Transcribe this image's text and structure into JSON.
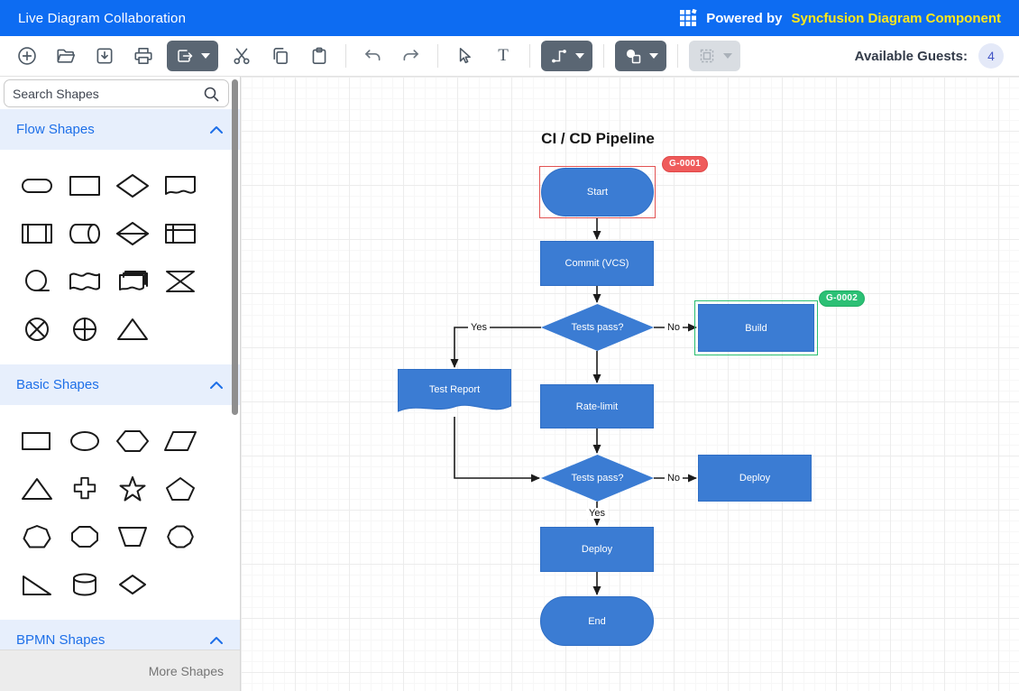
{
  "colors": {
    "header_blue": "#0d6cf2",
    "brand_yellow": "#ffe81a",
    "node_fill": "#3b7cd3",
    "node_border": "#2f6ec5",
    "selection_red": "#e25353",
    "selection_green": "#2abf71",
    "badge_red": "#ef5b5b",
    "badge_green": "#2cc075"
  },
  "header": {
    "title": "Live Diagram Collaboration",
    "powered_by": "Powered by",
    "brand": "Syncfusion Diagram Component"
  },
  "toolbar": {
    "icons": [
      "add",
      "open-folder",
      "save-download",
      "print",
      "export",
      "cut",
      "copy",
      "paste",
      "undo",
      "redo",
      "pointer",
      "text",
      "connector",
      "shapes",
      "group"
    ],
    "text_tool_glyph": "T",
    "available_guests_label": "Available Guests:",
    "available_guests_count": "4"
  },
  "sidebar": {
    "search_placeholder": "Search Shapes",
    "sections": [
      {
        "label": "Flow Shapes",
        "shapes": [
          "terminator",
          "process",
          "decision",
          "document",
          "predefined-process",
          "direct-data",
          "sort",
          "internal-storage",
          "sequential-data",
          "paper-tape",
          "multi-document",
          "collate",
          "summing-junction",
          "or",
          "merge"
        ]
      },
      {
        "label": "Basic Shapes",
        "shapes": [
          "rectangle",
          "ellipse",
          "hexagon",
          "parallelogram",
          "triangle",
          "plus",
          "star",
          "pentagon",
          "heptagon",
          "octagon",
          "trapezoid",
          "decagon",
          "right-triangle",
          "cylinder",
          "diamond"
        ]
      },
      {
        "label": "BPMN Shapes",
        "shapes": []
      }
    ],
    "footer_label": "More Shapes"
  },
  "canvas": {
    "title": "CI / CD Pipeline",
    "nodes": [
      {
        "id": "start",
        "label": "Start",
        "shape": "terminator"
      },
      {
        "id": "commit",
        "label": "Commit (VCS)",
        "shape": "process"
      },
      {
        "id": "tests1",
        "label": "Tests pass?",
        "shape": "decision"
      },
      {
        "id": "build",
        "label": "Build",
        "shape": "process"
      },
      {
        "id": "test-report",
        "label": "Test Report",
        "shape": "document"
      },
      {
        "id": "rate-limit",
        "label": "Rate-limit",
        "shape": "process"
      },
      {
        "id": "tests2",
        "label": "Tests pass?",
        "shape": "decision"
      },
      {
        "id": "deploy-branch",
        "label": "Deploy",
        "shape": "process"
      },
      {
        "id": "deploy",
        "label": "Deploy",
        "shape": "process"
      },
      {
        "id": "end",
        "label": "End",
        "shape": "terminator"
      }
    ],
    "edge_labels": {
      "yes1": "Yes",
      "no1": "No",
      "yes2": "Yes",
      "no2": "No"
    },
    "badges": [
      {
        "id": "G-0001",
        "color": "#ef5b5b"
      },
      {
        "id": "G-0002",
        "color": "#2cc075"
      }
    ]
  }
}
